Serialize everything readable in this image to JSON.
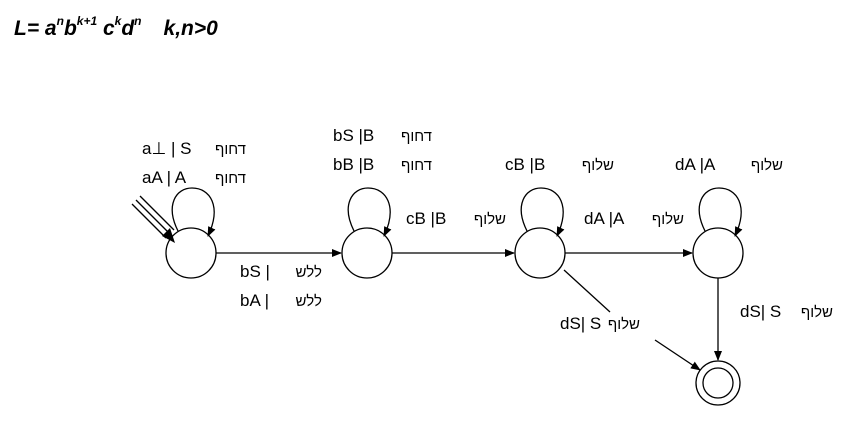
{
  "title": {
    "prefix": "L= a",
    "n1": "n",
    "b": "b",
    "k1": "k+1",
    "c": " c",
    "k2": "k",
    "d": "d",
    "n2": "n",
    "condition": "k,n>0"
  },
  "transitions": {
    "q0_loop": [
      {
        "read": "a⊥ | S",
        "op": "דחוף"
      },
      {
        "read": "aA | A",
        "op": "דחוף"
      }
    ],
    "q1_loop": [
      {
        "read": "bS |B",
        "op": "דחוף"
      },
      {
        "read": "bB |B",
        "op": "דחוף"
      }
    ],
    "q2_loop": [
      {
        "read": "cB |B",
        "op": "שלוף"
      }
    ],
    "q3_loop": [
      {
        "read": "dA |A",
        "op": "שלוף"
      }
    ],
    "q0_to_q1": [
      {
        "read": "bS |",
        "op": "ללש"
      },
      {
        "read": "bA |",
        "op": "ללש"
      }
    ],
    "q1_to_q2": [
      {
        "read": "cB |B",
        "op": "שלוף"
      }
    ],
    "q2_to_q3": [
      {
        "read": "dA |A",
        "op": "שלוף"
      }
    ],
    "q2_to_final": [
      {
        "read": "dS| S",
        "op": "שלוף"
      }
    ],
    "q3_to_final": [
      {
        "read": "dS| S",
        "op": "שלוף"
      }
    ]
  }
}
